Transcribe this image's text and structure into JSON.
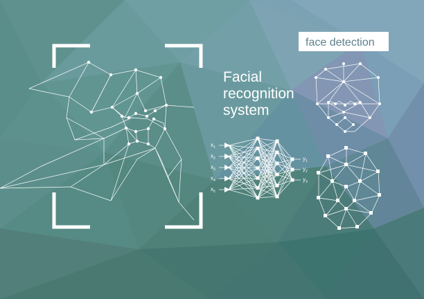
{
  "title": {
    "line1": "Facial",
    "line2": "recognition",
    "line3": "system"
  },
  "badge": {
    "label": "face detection"
  },
  "network": {
    "inputs": [
      {
        "letter": "x",
        "sub": "1"
      },
      {
        "letter": "x",
        "sub": "2"
      },
      {
        "letter": "x",
        "sub": "3"
      },
      {
        "letter": "x",
        "sub": "4"
      },
      {
        "letter": "x",
        "sub": "5"
      }
    ],
    "outputs": [
      {
        "letter": "y",
        "sub": "1"
      },
      {
        "letter": "y",
        "sub": "2"
      },
      {
        "letter": "y",
        "sub": "3"
      }
    ]
  },
  "colors": {
    "background_base": "#66999a",
    "background_light": "#79a3b1",
    "background_dark": "#3f7b78",
    "line": "#ffffff",
    "badge_text": "#5d7f8c"
  },
  "icons": [
    "focus-frame-icon",
    "face-mesh-icon",
    "neural-network-icon",
    "face-mesh-front-icon",
    "face-mesh-grid-icon"
  ]
}
